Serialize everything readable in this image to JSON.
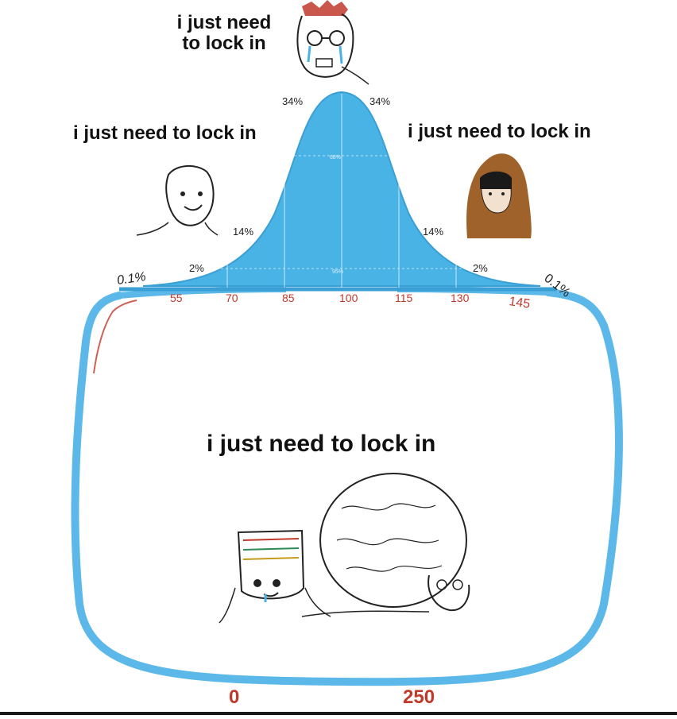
{
  "captions": {
    "top_line1": "i just need",
    "top_line2": "to lock in",
    "left": "i just need to lock in",
    "right": "i just need to lock in",
    "center": "i just need to lock in"
  },
  "percent_labels": {
    "left_tail": "0.1%",
    "left_2": "2%",
    "left_14": "14%",
    "left_34": "34%",
    "right_34": "34%",
    "right_14": "14%",
    "right_2": "2%",
    "right_tail": "0.1%",
    "inner_68": "68%",
    "inner_95": "95%"
  },
  "axis_ticks": [
    "55",
    "70",
    "85",
    "100",
    "115",
    "130",
    "145"
  ],
  "bottom_numbers": {
    "low": "0",
    "high": "250"
  },
  "colors": {
    "curve_fill": "#4ab3e6",
    "outer_loop": "#5bb8e8",
    "tick_text": "#c0392b",
    "ink": "#111111"
  },
  "icons": [
    "crying-wojak-icon",
    "smiling-wojak-icon",
    "hooded-figure-icon",
    "abacus-head-icon",
    "big-brain-wojak-icon"
  ]
}
